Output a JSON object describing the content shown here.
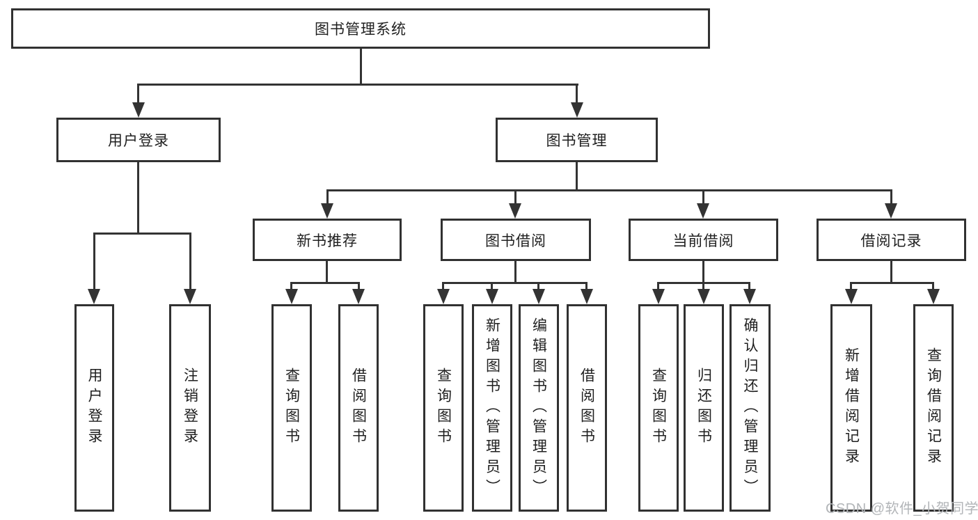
{
  "nodes": {
    "root": "图书管理系统",
    "user_login": "用户登录",
    "book_mgmt": "图书管理",
    "new_book": "新书推荐",
    "book_borrow": "图书借阅",
    "current_borrow": "当前借阅",
    "borrow_record": "借阅记录",
    "leaf_user_login": "用户登录",
    "leaf_logout": "注销登录",
    "leaf_nb_query": "查询图书",
    "leaf_nb_borrow": "借阅图书",
    "leaf_bb_query": "查询图书",
    "leaf_bb_add": "新增图书（管理员）",
    "leaf_bb_edit": "编辑图书（管理员）",
    "leaf_bb_borrow": "借阅图书",
    "leaf_cb_query": "查询图书",
    "leaf_cb_return": "归还图书",
    "leaf_cb_confirm": "确认归还（管理员）",
    "leaf_br_add": "新增借阅记录",
    "leaf_br_query": "查询借阅记录"
  },
  "watermark": "CSDN @软件_小贺同学",
  "colors": {
    "line": "#333333",
    "border": "#313131",
    "text": "#1f1f1f",
    "watermark": "#b2b5b8",
    "background": "#ffffff"
  }
}
